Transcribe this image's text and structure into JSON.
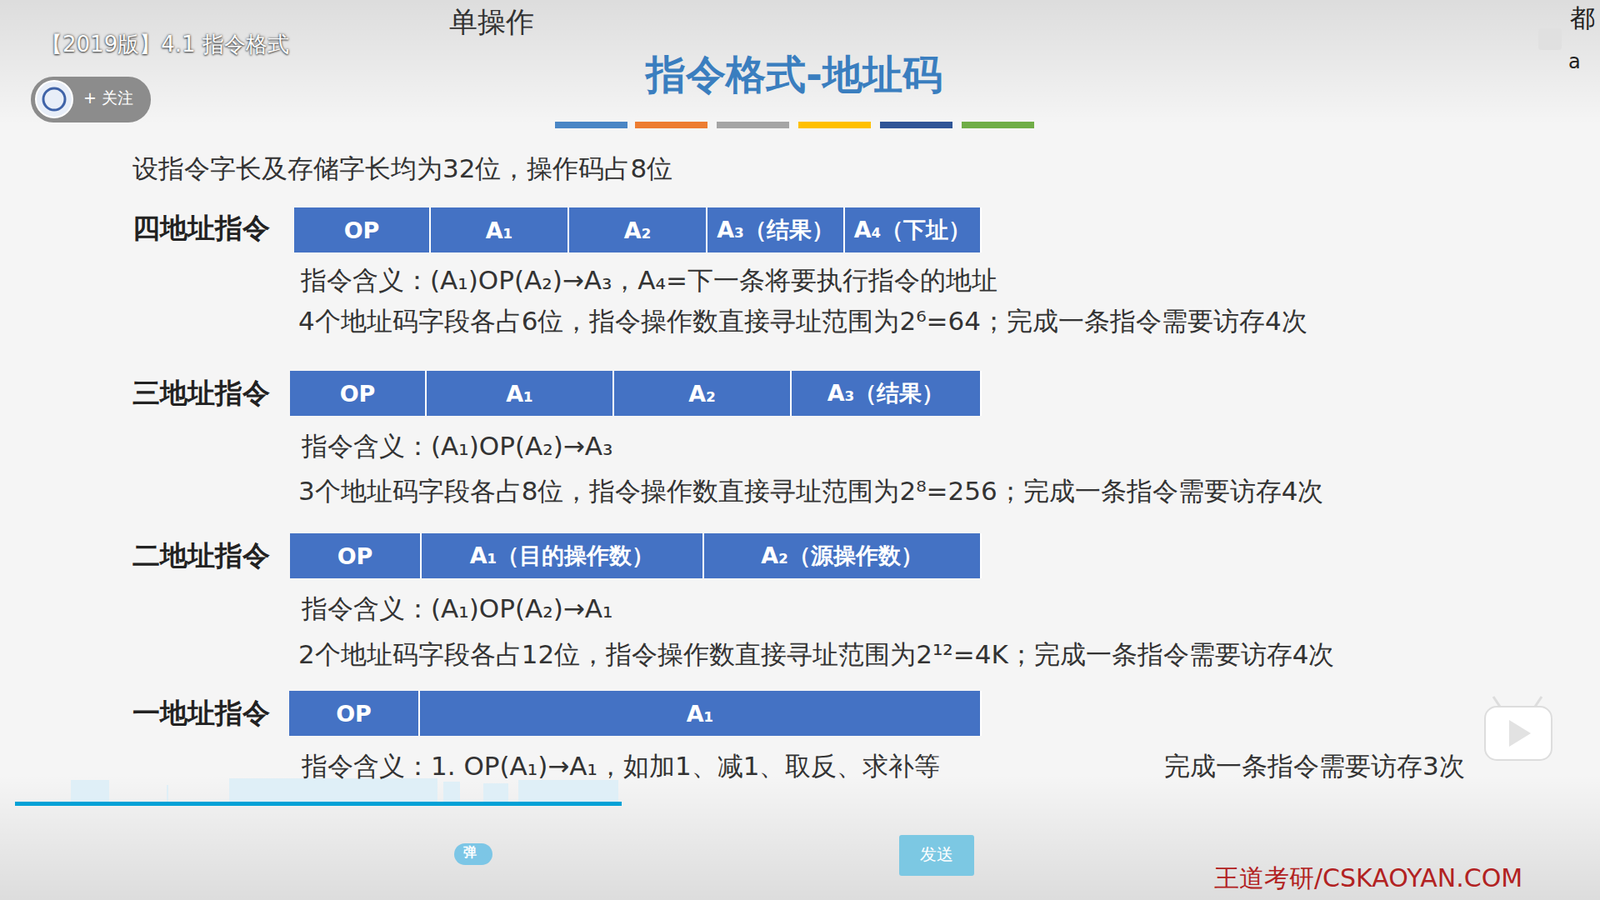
{
  "diagram": {
    "title": "指令格式-地址码",
    "nodes": [
      {
        "text": [
          "OP"
        ]
      },
      {
        "text": [
          "A₁"
        ]
      },
      {
        "text": [
          "A₂"
        ]
      },
      {
        "text": [
          "A₃（结果）"
        ]
      },
      {
        "text": [
          "A₄（下址）"
        ]
      },
      {
        "text": [
          "OP"
        ]
      },
      {
        "text": [
          "A₁"
        ]
      },
      {
        "text": [
          "A₂"
        ]
      },
      {
        "text": [
          "A₃（结果）"
        ]
      },
      {
        "text": [
          "OP"
        ]
      },
      {
        "text": [
          "A₁（目的操作数）"
        ]
      },
      {
        "text": [
          "A₂（源操作数）"
        ]
      },
      {
        "text": [
          "OP"
        ]
      },
      {
        "text": [
          "A₁"
        ]
      }
    ],
    "labels": [
      "【2019版】4.1 指令格式",
      "+ 关注",
      "单操作",
      "都",
      "a",
      "设指令字长及存储字长均为32位，操作码占8位",
      "四地址指令",
      "指令含义：(A₁)OP(A₂)→A₃，A₄=下一条将要执行指令的地址",
      "4个地址码字段各占6位，指令操作数直接寻址范围为2⁶=64；完成一条指令需要访存4次",
      "三地址指令",
      "指令含义：(A₁)OP(A₂)→A₃",
      "3个地址码字段各占8位，指令操作数直接寻址范围为2⁸=256；完成一条指令需要访存4次",
      "二地址指令",
      "指令含义：(A₁)OP(A₂)→A₁",
      "2个地址码字段各占12位，指令操作数直接寻址范围为2¹²=4K；完成一条指令需要访存4次",
      "一地址指令",
      "指令含义：1. OP(A₁)→A₁，如加1、减1、取反、求补等",
      "完成一条指令需要访存3次",
      "弹",
      "发送",
      "王道考研/CSKAOYAN.COM"
    ]
  }
}
